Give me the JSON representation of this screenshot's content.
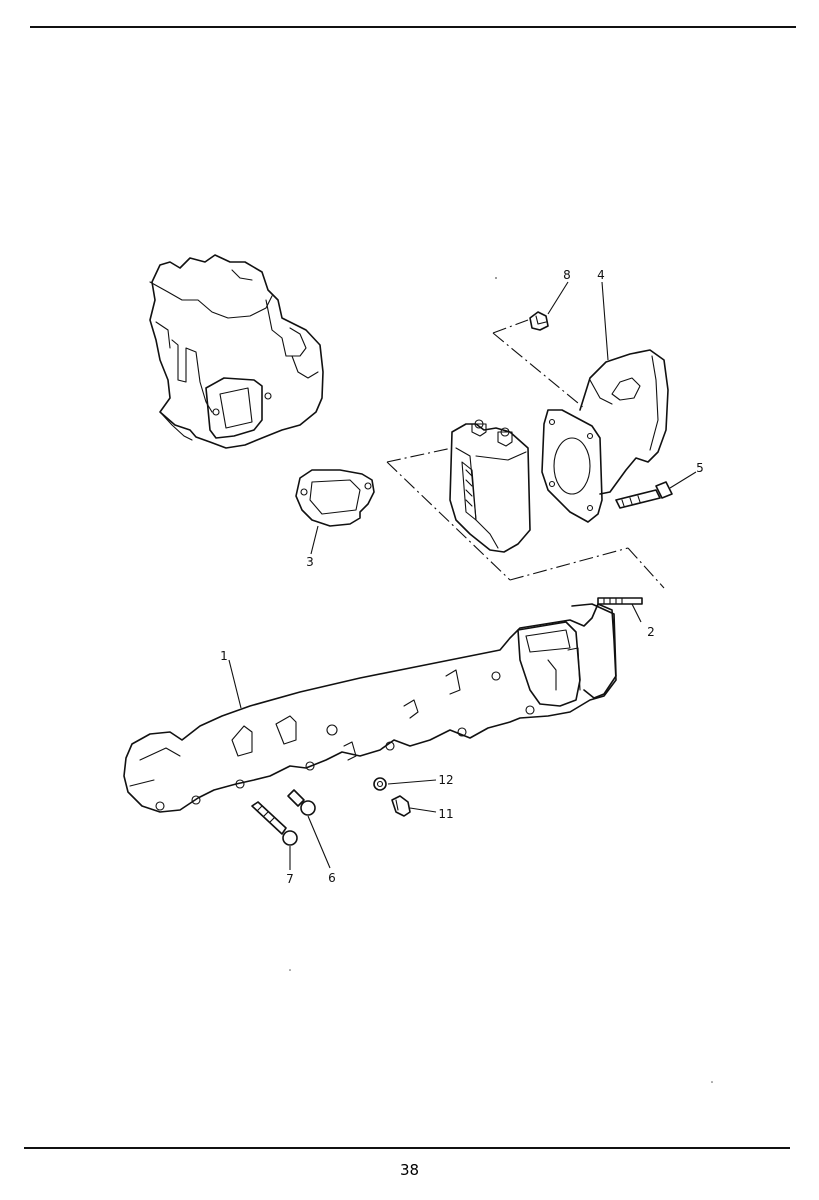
{
  "page": {
    "number": "38"
  },
  "callouts": [
    {
      "id": "1",
      "part": "exhaust-manifold"
    },
    {
      "id": "2",
      "part": "stud"
    },
    {
      "id": "3",
      "part": "gasket"
    },
    {
      "id": "4",
      "part": "elbow"
    },
    {
      "id": "5",
      "part": "bolt"
    },
    {
      "id": "6",
      "part": "bolt"
    },
    {
      "id": "7",
      "part": "bolt"
    },
    {
      "id": "8",
      "part": "nut"
    },
    {
      "id": "11",
      "part": "plug"
    },
    {
      "id": "12",
      "part": "washer"
    }
  ]
}
